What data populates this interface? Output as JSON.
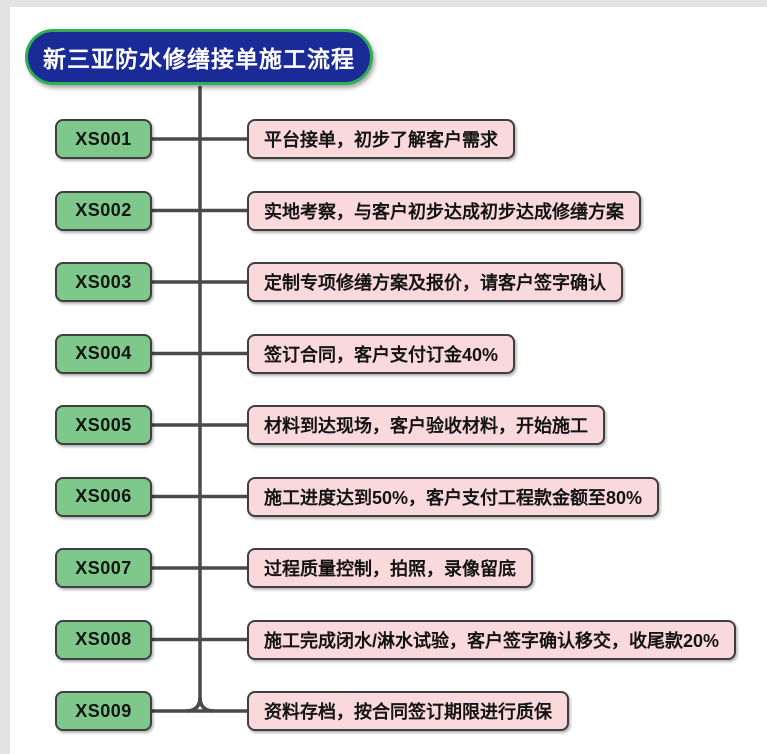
{
  "title": "新三亚防水修缮接单施工流程",
  "colors": {
    "page_background": "#e3e3e3",
    "canvas_background": "#ffffff",
    "title_fill": "#1a2a96",
    "title_border": "#2fae53",
    "title_text": "#ffffff",
    "code_node_fill": "#7fc88b",
    "desc_node_fill": "#f9d9dc",
    "node_border": "#3f3f3f",
    "connector_line": "#4a4a4a",
    "node_text": "#141414"
  },
  "steps": [
    {
      "code": "XS001",
      "desc": "平台接单，初步了解客户需求"
    },
    {
      "code": "XS002",
      "desc": "实地考察，与客户初步达成初步达成修缮方案"
    },
    {
      "code": "XS003",
      "desc": "定制专项修缮方案及报价，请客户签字确认"
    },
    {
      "code": "XS004",
      "desc": "签订合同，客户支付订金40%"
    },
    {
      "code": "XS005",
      "desc": "材料到达现场，客户验收材料，开始施工"
    },
    {
      "code": "XS006",
      "desc": "施工进度达到50%，客户支付工程款金额至80%"
    },
    {
      "code": "XS007",
      "desc": "过程质量控制，拍照，录像留底"
    },
    {
      "code": "XS008",
      "desc": "施工完成闭水/淋水试验，客户签字确认移交，收尾款20%"
    },
    {
      "code": "XS009",
      "desc": "资料存档，按合同签订期限进行质保"
    }
  ]
}
